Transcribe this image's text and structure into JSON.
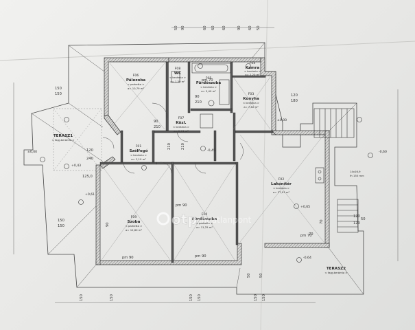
{
  "rooms": [
    {
      "code": "F06",
      "name": "Pálezoba",
      "floor": "< parketta >",
      "area": "a= 10,79 m²"
    },
    {
      "code": "F08",
      "name": "WC",
      "floor": "< kerámia >",
      "area": "a= 1,39 m²"
    },
    {
      "code": "F05",
      "name": "Fürdőszoba",
      "floor": "< kerámia >",
      "area": "a= 5,40 m²"
    },
    {
      "code": "F04",
      "name": "Kamra",
      "floor": "< kerámia >",
      "area": "a= 2,20 m²"
    },
    {
      "code": "F03",
      "name": "Konyha",
      "floor": "< kerámia >",
      "area": "a= 7,82 m²"
    },
    {
      "code": "F07",
      "name": "Közl.",
      "floor": "< kerámia >",
      "area": "a= 2,74 m²"
    },
    {
      "code": "F01",
      "name": "Szélfogó",
      "floor": "< kerámia >",
      "area": "a= 2,10 m²"
    },
    {
      "code": "F02",
      "name": "Lakónítér",
      "floor": "< kerámia >",
      "area": "a= 27,01 m²"
    },
    {
      "code": "F09",
      "name": "Szoba",
      "floor": "< parketta >",
      "area": "a= 12,60 m²"
    },
    {
      "code": "F10",
      "name": "Fürdőszoba",
      "floor": "< parketta >",
      "area": "a= 11,25 m²"
    }
  ],
  "terraces": [
    {
      "name": "TERASZ1",
      "floor": "< fagy.kerámia >"
    },
    {
      "name": "TERASZ2",
      "floor": "< fagy.kerámia >"
    }
  ],
  "levels": [
    "±0,00",
    "+0,43",
    "-0,45",
    "-0,60",
    "+0,65",
    "-0,64",
    "+0,61",
    "±0,00"
  ],
  "dimensions": {
    "top": [
      "50",
      "90",
      "60",
      "60",
      "60",
      "90",
      "60",
      "50"
    ],
    "left": [
      "150",
      "150",
      "150",
      "150",
      "120",
      "240",
      "125,0",
      "90"
    ],
    "right": [
      "120",
      "180",
      "120",
      "120",
      "50",
      "70",
      "70"
    ],
    "bottom": [
      "150",
      "150",
      "150",
      "150",
      "150",
      "150",
      "50",
      "50"
    ],
    "inner": [
      "90",
      "210",
      "90",
      "210",
      "210",
      "210",
      "pm 90",
      "pm 90",
      "pm 70",
      "pm 90",
      "pm 70"
    ]
  },
  "stair": {
    "label": "14x16,9",
    "sub": "fh 155 mm"
  },
  "watermark": {
    "brand": "otp",
    "text": "Ingatlanpont"
  }
}
